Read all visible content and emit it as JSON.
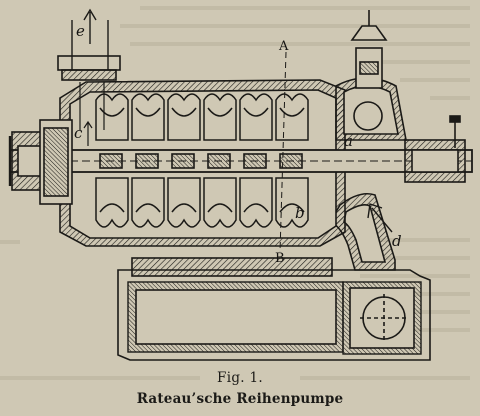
{
  "caption": {
    "figure_number": "Fig. 1.",
    "title": "Rateau’sche Reihenpumpe"
  },
  "labels": {
    "section_top": "A",
    "section_bottom": "B",
    "a": "a",
    "b": "b",
    "c": "c",
    "d": "d",
    "e": "e"
  },
  "colors": {
    "paper": "#cfc8b4",
    "ink": "#1b1a17"
  }
}
